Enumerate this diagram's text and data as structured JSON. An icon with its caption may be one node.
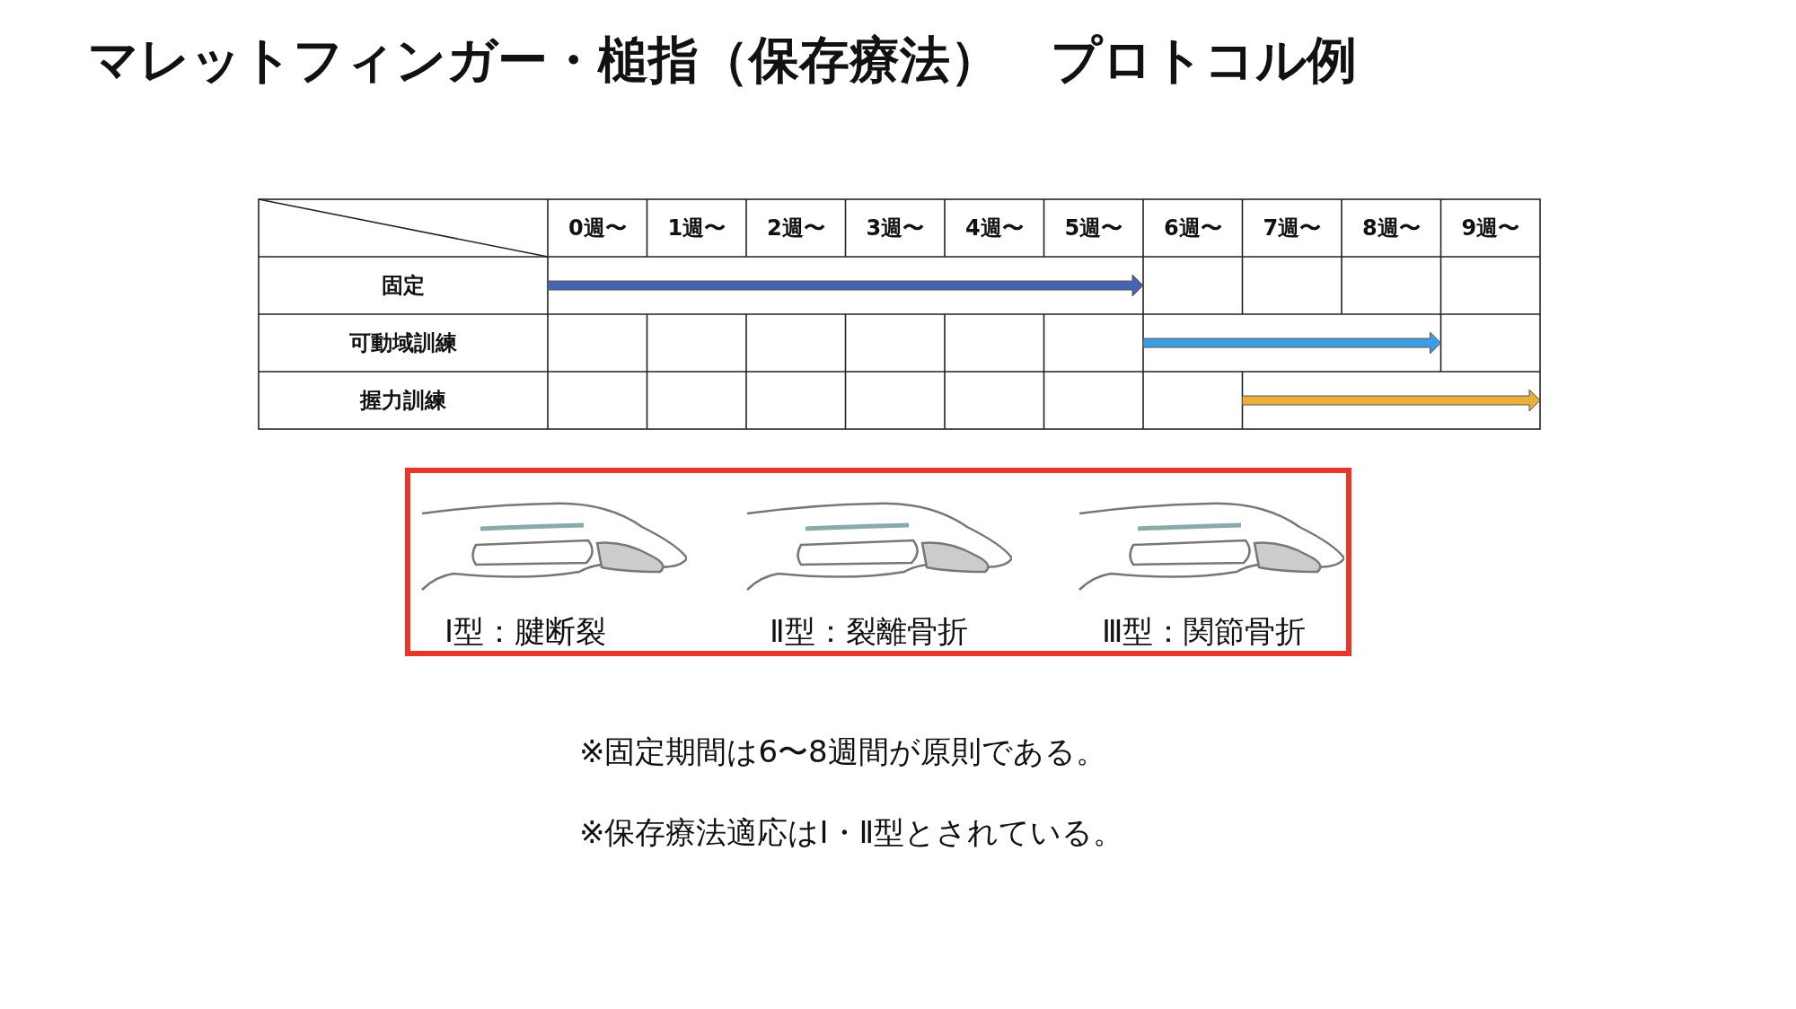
{
  "diagram": {
    "title": "マレットフィンガー・槌指（保存療法）　プロトコル例",
    "nodes": [
      {
        "text": [],
        "shape": "box"
      },
      {
        "text": [
          "Ⅰ型：腱断裂"
        ],
        "in": 0
      },
      {
        "text": [
          "Ⅱ型：裂離骨折"
        ],
        "in": 0
      },
      {
        "text": [
          "Ⅲ型：関節骨折"
        ],
        "in": 0
      }
    ],
    "labels": [
      "0週〜",
      "1週〜",
      "2週〜",
      "3週〜",
      "4週〜",
      "5週〜",
      "6週〜",
      "7週〜",
      "8週〜",
      "9週〜",
      "固定",
      "可動域訓練",
      "握力訓練",
      "※固定期間は6〜8週間が原則である。",
      "※保存療法適応はⅠ・Ⅱ型とされている。"
    ]
  }
}
